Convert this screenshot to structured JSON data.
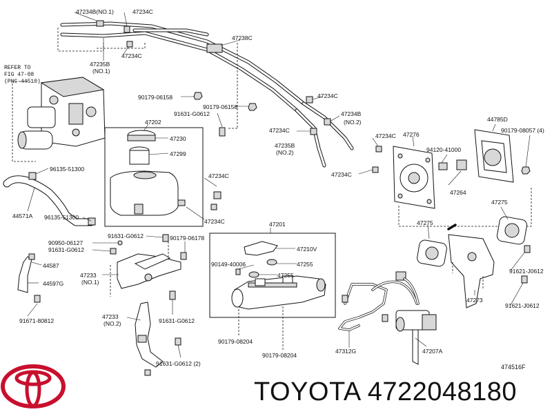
{
  "brand": {
    "name": "TOYOTA",
    "part_number": "4722048180",
    "logo_icon": "toyota-logo-icon",
    "logo_color": "#c8102e"
  },
  "diagram_ref": "474516F",
  "refer_note": [
    "REFER TO",
    "FIG 47-08",
    "(PNC 44510)"
  ],
  "labels": {
    "l47234B_no1": "47234B(NO.1)",
    "l47234C_top1": "47234C",
    "l47234C_top2": "47234C",
    "l47238C": "47238C",
    "l47235B_no1": "47235B",
    "no1_a": "(NO.1)",
    "l90179_06158_a": "90179-06158",
    "l90179_06158_b": "90179-06158",
    "l91631_G0612_a": "91631-G0612",
    "l47202": "47202",
    "l47230": "47230",
    "l47299": "47299",
    "l96135_51300_a": "96135-51300",
    "l44571A": "44571A",
    "l47234C_mid": "47234C",
    "l47234C_res": "47234C",
    "l96135_51300_b": "96135-51300",
    "l90950_06127": "90950-06127",
    "l91631_G0612_b": "91631-G0612",
    "l91631_G0612_c": "91631-G0612",
    "l90179_06178": "90179-06178",
    "l44587": "44587",
    "l47233_no1": "47233",
    "no1_b": "(NO.1)",
    "l44597G": "44597G",
    "l91671_80812": "91671-80812",
    "l47233_no2": "47233",
    "no2_a": "(NO.2)",
    "l91631_G0612_d": "91631-G0612",
    "l91631_G0612_2": "91631-G0612 (2)",
    "l47234C_r1": "47234C",
    "l47234B_no2": "47234B",
    "no2_b": "(NO.2)",
    "l47234C_r2": "47234C",
    "l47235B_no2": "47235B",
    "no2_c": "(NO.2)",
    "l47234C_r3": "47234C",
    "l47234C_r4": "47234C",
    "l47276": "47276",
    "l44785D": "44785D",
    "l90179_08057": "90179-08057 (4)",
    "l94120_41000": "94120-41000",
    "l47264": "47264",
    "l47275_a": "47275",
    "l47275_b": "47275",
    "l91621_J0612_a": "91621-J0612",
    "l47273": "47273",
    "l91621_J0612_b": "91621-J0612",
    "l47201": "47201",
    "l47210V": "47210V",
    "l90149_40006": "90149-40006",
    "l47255_a": "47255",
    "l47255_b": "47255",
    "l90179_08204_a": "90179-08204",
    "l90179_08204_b": "90179-08204",
    "l47312G": "47312G",
    "l47207A": "47207A"
  }
}
